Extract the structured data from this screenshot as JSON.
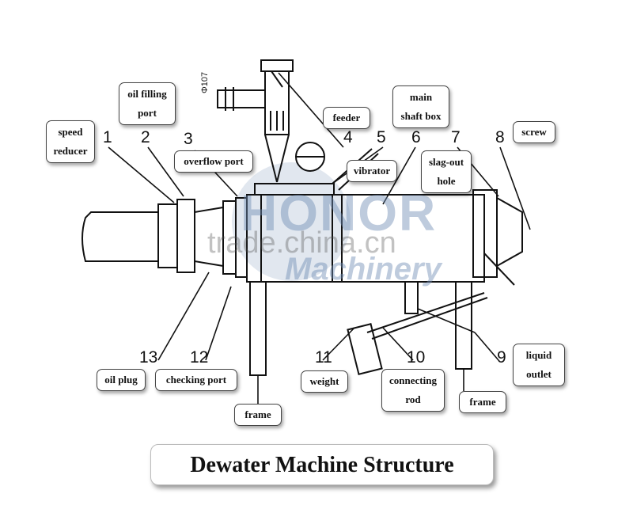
{
  "title": "Dewater Machine Structure",
  "dimension_mark": "Φ107",
  "watermark": {
    "brand": "HONOR",
    "sub": "Machinery",
    "site": "trade.china.cn"
  },
  "parts": [
    {
      "num": "1",
      "name": "speed\nreducer"
    },
    {
      "num": "2",
      "name": "oil filling\nport"
    },
    {
      "num": "3",
      "name": "overflow port"
    },
    {
      "num": "4",
      "name": "feeder"
    },
    {
      "num": "5",
      "name": "vibrator"
    },
    {
      "num": "6",
      "name": "main\nshaft box"
    },
    {
      "num": "7",
      "name": "slag-out\nhole"
    },
    {
      "num": "8",
      "name": "screw"
    },
    {
      "num": "9",
      "name": "liquid\noutlet"
    },
    {
      "num": "10",
      "name": "connecting\nrod"
    },
    {
      "num": "11",
      "name": "weight"
    },
    {
      "num": "12",
      "name": "checking port"
    },
    {
      "num": "13",
      "name": "oil plug"
    }
  ],
  "extra_labels": {
    "frame_left": "frame",
    "frame_right": "frame"
  }
}
